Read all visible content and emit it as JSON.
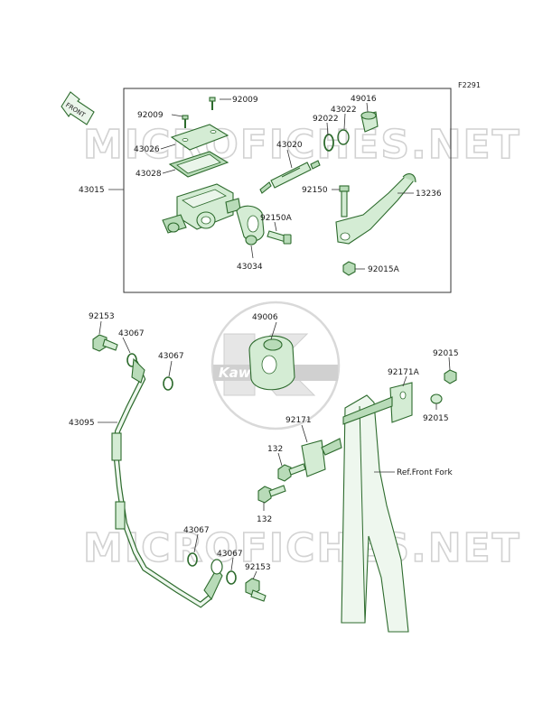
{
  "diagram_code": "F2291",
  "front_label": "FRONT",
  "watermark": "MICROFICHES.NET",
  "logo_text": "Kawasaki",
  "colors": {
    "part_fill": "#d4ecd4",
    "part_stroke": "#2d6b2d",
    "watermark": "#d2d2d2"
  },
  "labels": {
    "p92009_a": "92009",
    "p92009_b": "92009",
    "p43026": "43026",
    "p43028": "43028",
    "p43015": "43015",
    "p43020": "43020",
    "p92022": "92022",
    "p43022": "43022",
    "p49016": "49016",
    "p92150": "92150",
    "p13236": "13236",
    "p92150A": "92150A",
    "p43034": "43034",
    "p92015A": "92015A",
    "p92153_a": "92153",
    "p43067_a": "43067",
    "p43067_b": "43067",
    "p43095": "43095",
    "p49006": "49006",
    "p92015_a": "92015",
    "p92171A": "92171A",
    "p92015_b": "92015",
    "p92171": "92171",
    "p132_a": "132",
    "p132_b": "132",
    "ref_front_fork": "Ref.Front Fork",
    "p43067_c": "43067",
    "p43067_d": "43067",
    "p92153_b": "92153"
  }
}
